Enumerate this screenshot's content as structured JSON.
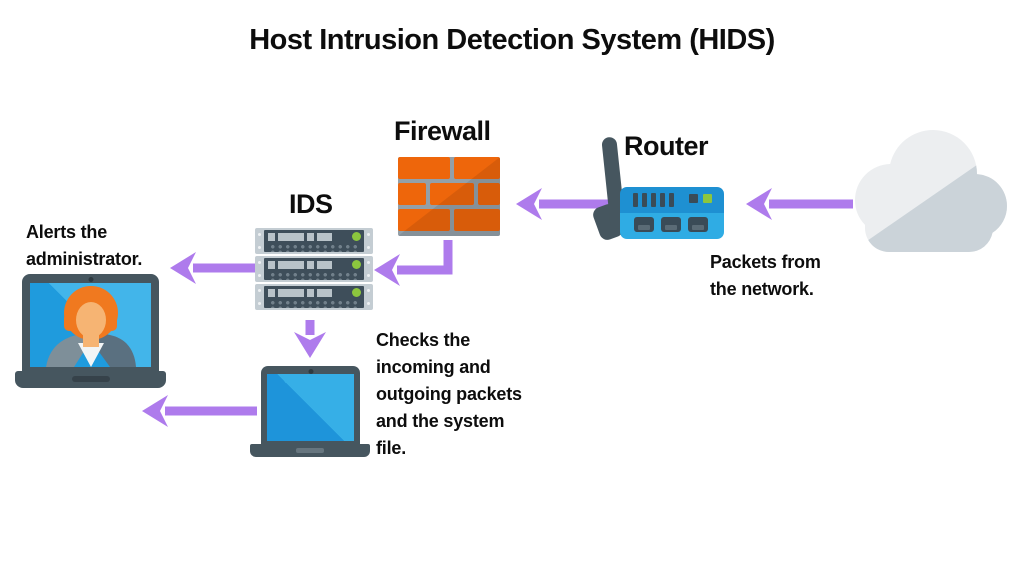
{
  "title": "Host Intrusion Detection System (HIDS)",
  "labels": {
    "router": "Router",
    "firewall": "Firewall",
    "ids": "IDS"
  },
  "captions": {
    "admin": {
      "lines": [
        "Alerts the",
        "administrator."
      ]
    },
    "packets": {
      "lines": [
        "Packets from",
        "the network."
      ]
    },
    "checks": {
      "lines": [
        "Checks the",
        "incoming and",
        "outgoing packets",
        "and the system",
        "file."
      ]
    }
  },
  "icons": {
    "cloud-icon": "network cloud",
    "router-icon": "wireless router with antenna",
    "firewall-icon": "orange brick wall",
    "server-rack-icon": "3-unit IDS server rack",
    "admin-laptop-icon": "laptop showing administrator person",
    "host-laptop-icon": "host computer laptop",
    "arrow-icon": "purple flow arrow"
  },
  "colors": {
    "arrow_purple": "#ae7bec",
    "title_text": "#0d0d0d",
    "cloud_light": "#eceef0",
    "cloud_dark": "#cbd3d9",
    "brick_orange": "#ee660b",
    "mortar_gray": "#93a0a9",
    "router_blue_top": "#1e90d2",
    "router_blue_bottom": "#2face4",
    "device_slate": "#46565f",
    "screen_blue": "#1f9bdd",
    "screen_blue_light": "#42b5ea",
    "rack_frame": "#c4cdd3",
    "rack_face": "#3e4e5a",
    "led_green": "#8cc63e",
    "hair_orange": "#f0791f",
    "skin_tone": "#f6b473"
  }
}
